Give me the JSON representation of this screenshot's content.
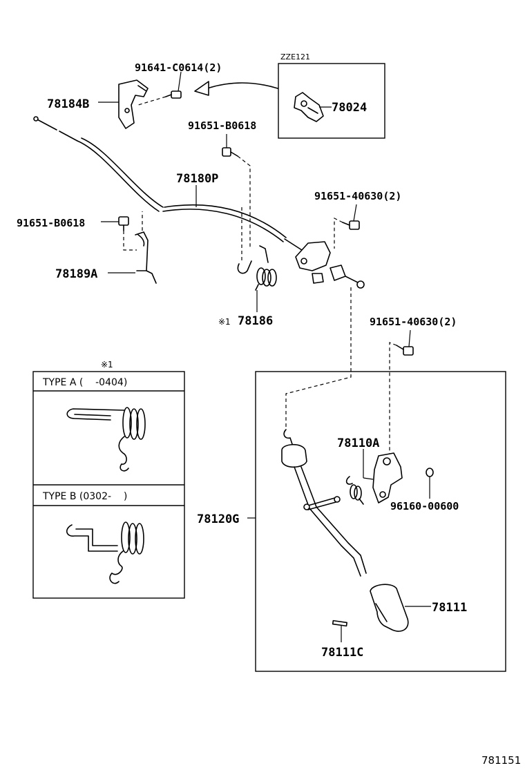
{
  "inset_variant": "ZZE121",
  "notes": {
    "mark_1": "※1"
  },
  "parts": {
    "bolt_top": "91641-C0614(2)",
    "bracket_78184B": "78184B",
    "inset_part": "78024",
    "bolt_mid": "91651-B0618",
    "cable": "78180P",
    "bolt_right_1": "91651-40630(2)",
    "bolt_left": "91651-B0618",
    "bracket_78189A": "78189A",
    "spring": "78186",
    "bolt_right_2": "91651-40630(2)",
    "bushing": "78110A",
    "pedal_assy": "78120G",
    "nut": "96160-00600",
    "pedal_pad": "78111",
    "pin": "78111C"
  },
  "spring_types": [
    {
      "label": "TYPE A (    -0404)"
    },
    {
      "label": "TYPE B (0302-    )"
    }
  ],
  "figure_code": "781151"
}
